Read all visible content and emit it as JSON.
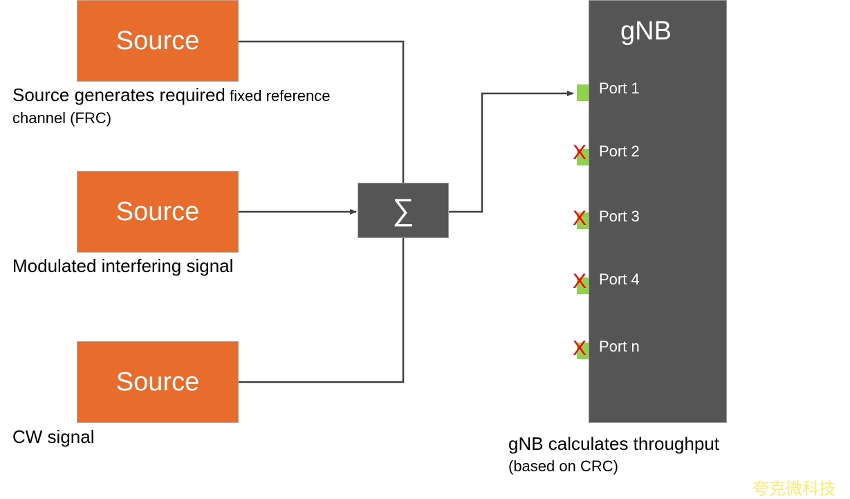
{
  "sources": [
    {
      "label": "Source",
      "caption_main": "Source generates required",
      "caption_small": " fixed reference",
      "caption_line2": "channel (FRC)"
    },
    {
      "label": "Source",
      "caption_main": "Modulated interfering signal"
    },
    {
      "label": "Source",
      "caption_main": "CW signal"
    }
  ],
  "combiner": {
    "symbol": "∑"
  },
  "gnb": {
    "title": "gNB",
    "ports": [
      {
        "label": "Port 1",
        "connected": true
      },
      {
        "label": "Port 2",
        "connected": false
      },
      {
        "label": "Port 3",
        "connected": false
      },
      {
        "label": "Port 4",
        "connected": false
      },
      {
        "label": "Port n",
        "connected": false
      }
    ],
    "caption_line1": "gNB calculates throughput",
    "caption_line2": "(based on CRC)"
  },
  "disabled_mark": "X",
  "watermark": "夸克微科技",
  "colors": {
    "source": "#e86c2b",
    "block": "#555555",
    "port": "#92d050",
    "disabled": "#ff0000"
  }
}
